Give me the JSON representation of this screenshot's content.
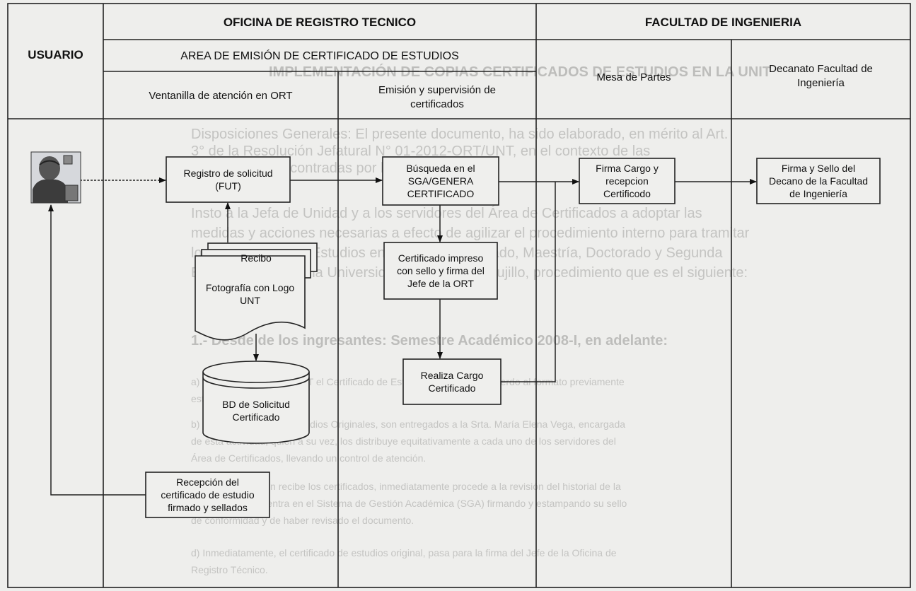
{
  "headers": {
    "usuario": "USUARIO",
    "oficina": "OFICINA DE REGISTRO TECNICO",
    "facultad": "FACULTAD DE INGENIERIA",
    "area": "AREA DE EMISIÓN DE CERTIFICADO DE ESTUDIOS",
    "ventanilla": "Ventanilla de atención en ORT",
    "emision_l1": "Emisión y supervisión de",
    "emision_l2": "certificados",
    "mesa": "Mesa de Partes",
    "decanato_l1": "Decanato Facultad de",
    "decanato_l2": "Ingeniería"
  },
  "nodes": {
    "registro_l1": "Registro de solicitud",
    "registro_l2": "(FUT)",
    "busqueda_l1": "Búsqueda en el",
    "busqueda_l2": "SGA/GENERA",
    "busqueda_l3": "CERTIFICADO",
    "firma_cargo_l1": "Firma Cargo y",
    "firma_cargo_l2": "recepcion",
    "firma_cargo_l3": "Certificodo",
    "firma_sello_l1": "Firma y Sello del",
    "firma_sello_l2": "Decano de la Facultad",
    "firma_sello_l3": "de Ingeniería",
    "recibo": "Recibo",
    "fotografia_l1": "Fotografía con Logo",
    "fotografia_l2": "UNT",
    "certificado_l1": "Certificado impreso",
    "certificado_l2": "con sello y firma del",
    "certificado_l3": "Jefe de la ORT",
    "bd_l1": "BD de Solicitud",
    "bd_l2": "Certificado",
    "realiza_l1": "Realiza Cargo",
    "realiza_l2": "Certificado",
    "recepcion_l1": "Recepción del",
    "recepcion_l2": "certificado de estudio",
    "recepcion_l3": "firmado y sellados"
  },
  "background_text": [
    "IMPLEMENTACIÓN DE COPIAS CERTIFICADOS DE ESTUDIOS EN LA UNIT",
    "Disposiciones Generales: El presente documento, ha sido elaborado, en mérito al Art.",
    "3° de la Resolución Jefatural N° 01-2012-ORT/UNT, en el contexto de las",
    "necesidades encontradas por la Alta Dirección.",
    "Insto a la Jefa de Unidad y a los servidores del Área de Certificados a adoptar las",
    "medidas y acciones necesarias a efecto de agilizar el procedimiento interno para tramitar",
    "los Certificados de Estudios en el nivel de Pregrado, Maestría, Doctorado y Segunda",
    "Especialización de la Universidad Nacional de Trujillo, procedimiento que es el siguiente:",
    "1.- Desde de los ingresantes: Semestre Académico 2008-I, en adelante:",
    "a)  La Escuela remite a ORT el Certificado de Estudios Original, de acuerdo al formato previamente",
    "     establecido.",
    "b)  Los Certificados de Estudios Originales, son entregados a la Srta. María Elena Vega, encargada",
    "     de esta actividad, quien a su vez, los distribuye equitativamente a cada uno de los servidores del",
    "     Área de Certificados, llevando un control de atención.",
    "c)  El servidor quien recibe los certificados, inmediatamente procede a la revisión del historial de la",
    "     data que se encuentra en el Sistema de Gestión Académica (SGA) firmando y estampando su sello",
    "     de conformidad y de haber revisado el documento.",
    "d)  Inmediatamente, el certificado de estudios original, pasa para la firma del Jefe de la Oficina de",
    "     Registro Técnico."
  ],
  "colors": {
    "paper": "#eeeeec",
    "ink": "#111111",
    "ghost_text": "#c4c4c2"
  },
  "icons": {
    "usuario": "user-avatar-icon"
  }
}
